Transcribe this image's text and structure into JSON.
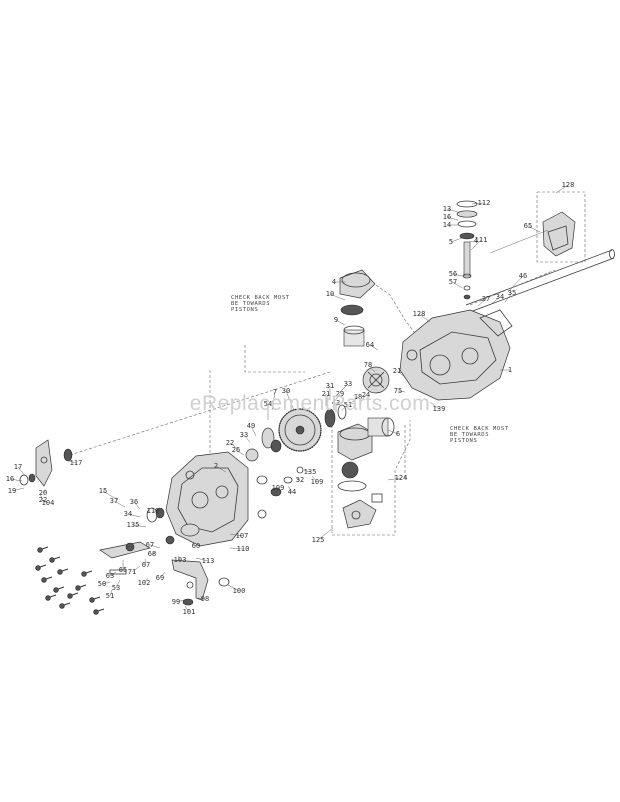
{
  "watermark": "eReplacementParts.com",
  "notes": {
    "note_a": [
      "CHECK BACK MOST",
      "BE TOWARDS",
      "PISTONS"
    ],
    "note_b": [
      "CHECK BACK MOST",
      "BE TOWARDS",
      "PISTONS"
    ]
  },
  "callouts": [
    {
      "id": "c1",
      "text": "112"
    },
    {
      "id": "c2",
      "text": "13"
    },
    {
      "id": "c3",
      "text": "16"
    },
    {
      "id": "c4",
      "text": "14"
    },
    {
      "id": "c5",
      "text": "5"
    },
    {
      "id": "c6",
      "text": "4"
    },
    {
      "id": "c7",
      "text": "111"
    },
    {
      "id": "c8",
      "text": "128"
    },
    {
      "id": "c9",
      "text": "65"
    },
    {
      "id": "c10",
      "text": "56"
    },
    {
      "id": "c11",
      "text": "57"
    },
    {
      "id": "c12",
      "text": "46"
    },
    {
      "id": "c13",
      "text": "27"
    },
    {
      "id": "c14",
      "text": "34"
    },
    {
      "id": "c15",
      "text": "35"
    },
    {
      "id": "c16",
      "text": "4"
    },
    {
      "id": "c17",
      "text": "10"
    },
    {
      "id": "c18",
      "text": "9"
    },
    {
      "id": "c19",
      "text": "128"
    },
    {
      "id": "c20",
      "text": "64"
    },
    {
      "id": "c21",
      "text": "78"
    },
    {
      "id": "c22",
      "text": "1"
    },
    {
      "id": "c23",
      "text": "21"
    },
    {
      "id": "c24",
      "text": "75"
    },
    {
      "id": "c25",
      "text": "139"
    },
    {
      "id": "c26",
      "text": "6"
    },
    {
      "id": "c27",
      "text": "24"
    },
    {
      "id": "c28",
      "text": "18"
    },
    {
      "id": "c29",
      "text": "33"
    },
    {
      "id": "c30",
      "text": "29"
    },
    {
      "id": "c31",
      "text": "31"
    },
    {
      "id": "c32",
      "text": "21"
    },
    {
      "id": "c33",
      "text": "43"
    },
    {
      "id": "c34",
      "text": "51"
    },
    {
      "id": "c35",
      "text": "30"
    },
    {
      "id": "c36",
      "text": "7"
    },
    {
      "id": "c37",
      "text": "54"
    },
    {
      "id": "c38",
      "text": "49"
    },
    {
      "id": "c39",
      "text": "33"
    },
    {
      "id": "c40",
      "text": "22"
    },
    {
      "id": "c41",
      "text": "26"
    },
    {
      "id": "c42",
      "text": "135"
    },
    {
      "id": "c43",
      "text": "32"
    },
    {
      "id": "c44",
      "text": "109"
    },
    {
      "id": "c45",
      "text": "44"
    },
    {
      "id": "c46",
      "text": "124"
    },
    {
      "id": "c47",
      "text": "125"
    },
    {
      "id": "c48",
      "text": "117"
    },
    {
      "id": "c49",
      "text": "2"
    },
    {
      "id": "c50",
      "text": "15"
    },
    {
      "id": "c51",
      "text": "37"
    },
    {
      "id": "c52",
      "text": "36"
    },
    {
      "id": "c53",
      "text": "34"
    },
    {
      "id": "c54",
      "text": "135"
    },
    {
      "id": "c55",
      "text": "119"
    },
    {
      "id": "c56",
      "text": "107"
    },
    {
      "id": "c57",
      "text": "110"
    },
    {
      "id": "c58",
      "text": "17"
    },
    {
      "id": "c59",
      "text": "16"
    },
    {
      "id": "c60",
      "text": "19"
    },
    {
      "id": "c61",
      "text": "20"
    },
    {
      "id": "c62",
      "text": "22"
    },
    {
      "id": "c63",
      "text": "104"
    },
    {
      "id": "c64",
      "text": "67"
    },
    {
      "id": "c65",
      "text": "68"
    },
    {
      "id": "c66",
      "text": "67"
    },
    {
      "id": "c67",
      "text": "71"
    },
    {
      "id": "c68",
      "text": "65"
    },
    {
      "id": "c69",
      "text": "63"
    },
    {
      "id": "c70",
      "text": "53"
    },
    {
      "id": "c71",
      "text": "50"
    },
    {
      "id": "c72",
      "text": "51"
    },
    {
      "id": "c73",
      "text": "102"
    },
    {
      "id": "c74",
      "text": "69"
    },
    {
      "id": "c75",
      "text": "103"
    },
    {
      "id": "c76",
      "text": "60"
    },
    {
      "id": "c77",
      "text": "113"
    },
    {
      "id": "c78",
      "text": "100"
    },
    {
      "id": "c79",
      "text": "98"
    },
    {
      "id": "c80",
      "text": "101"
    },
    {
      "id": "c81",
      "text": "99"
    },
    {
      "id": "c82",
      "text": "109"
    }
  ]
}
